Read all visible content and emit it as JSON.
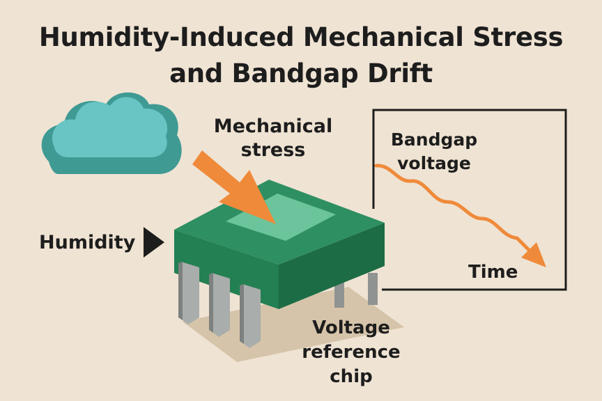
{
  "title": {
    "line1": "Humidity-Induced Mechanical Stress",
    "line2": "and Bandgap Drift"
  },
  "labels": {
    "mechanical_stress_line1": "Mechanical",
    "mechanical_stress_line2": "stress",
    "humidity": "Humidity",
    "bandgap_voltage_line1": "Bandgap",
    "bandgap_voltage_line2": "voltage",
    "time": "Time",
    "chip_line1": "Voltage",
    "chip_line2": "reference",
    "chip_line3": "chip"
  },
  "colors": {
    "background": "#efe3d3",
    "cloud_light": "#68c5c4",
    "cloud_dark": "#3f9a94",
    "chip_top": "#2e8f62",
    "chip_side": "#207a4f",
    "chip_pad": "#6bc49b",
    "pins": "#a9adab",
    "arrow": "#ef8a3a",
    "text": "#1d1d1d"
  },
  "icons": {
    "weather": "cloud-icon",
    "humidity_pointer": "triangle-right-icon",
    "stress_arrow": "arrow-down-right-icon"
  }
}
